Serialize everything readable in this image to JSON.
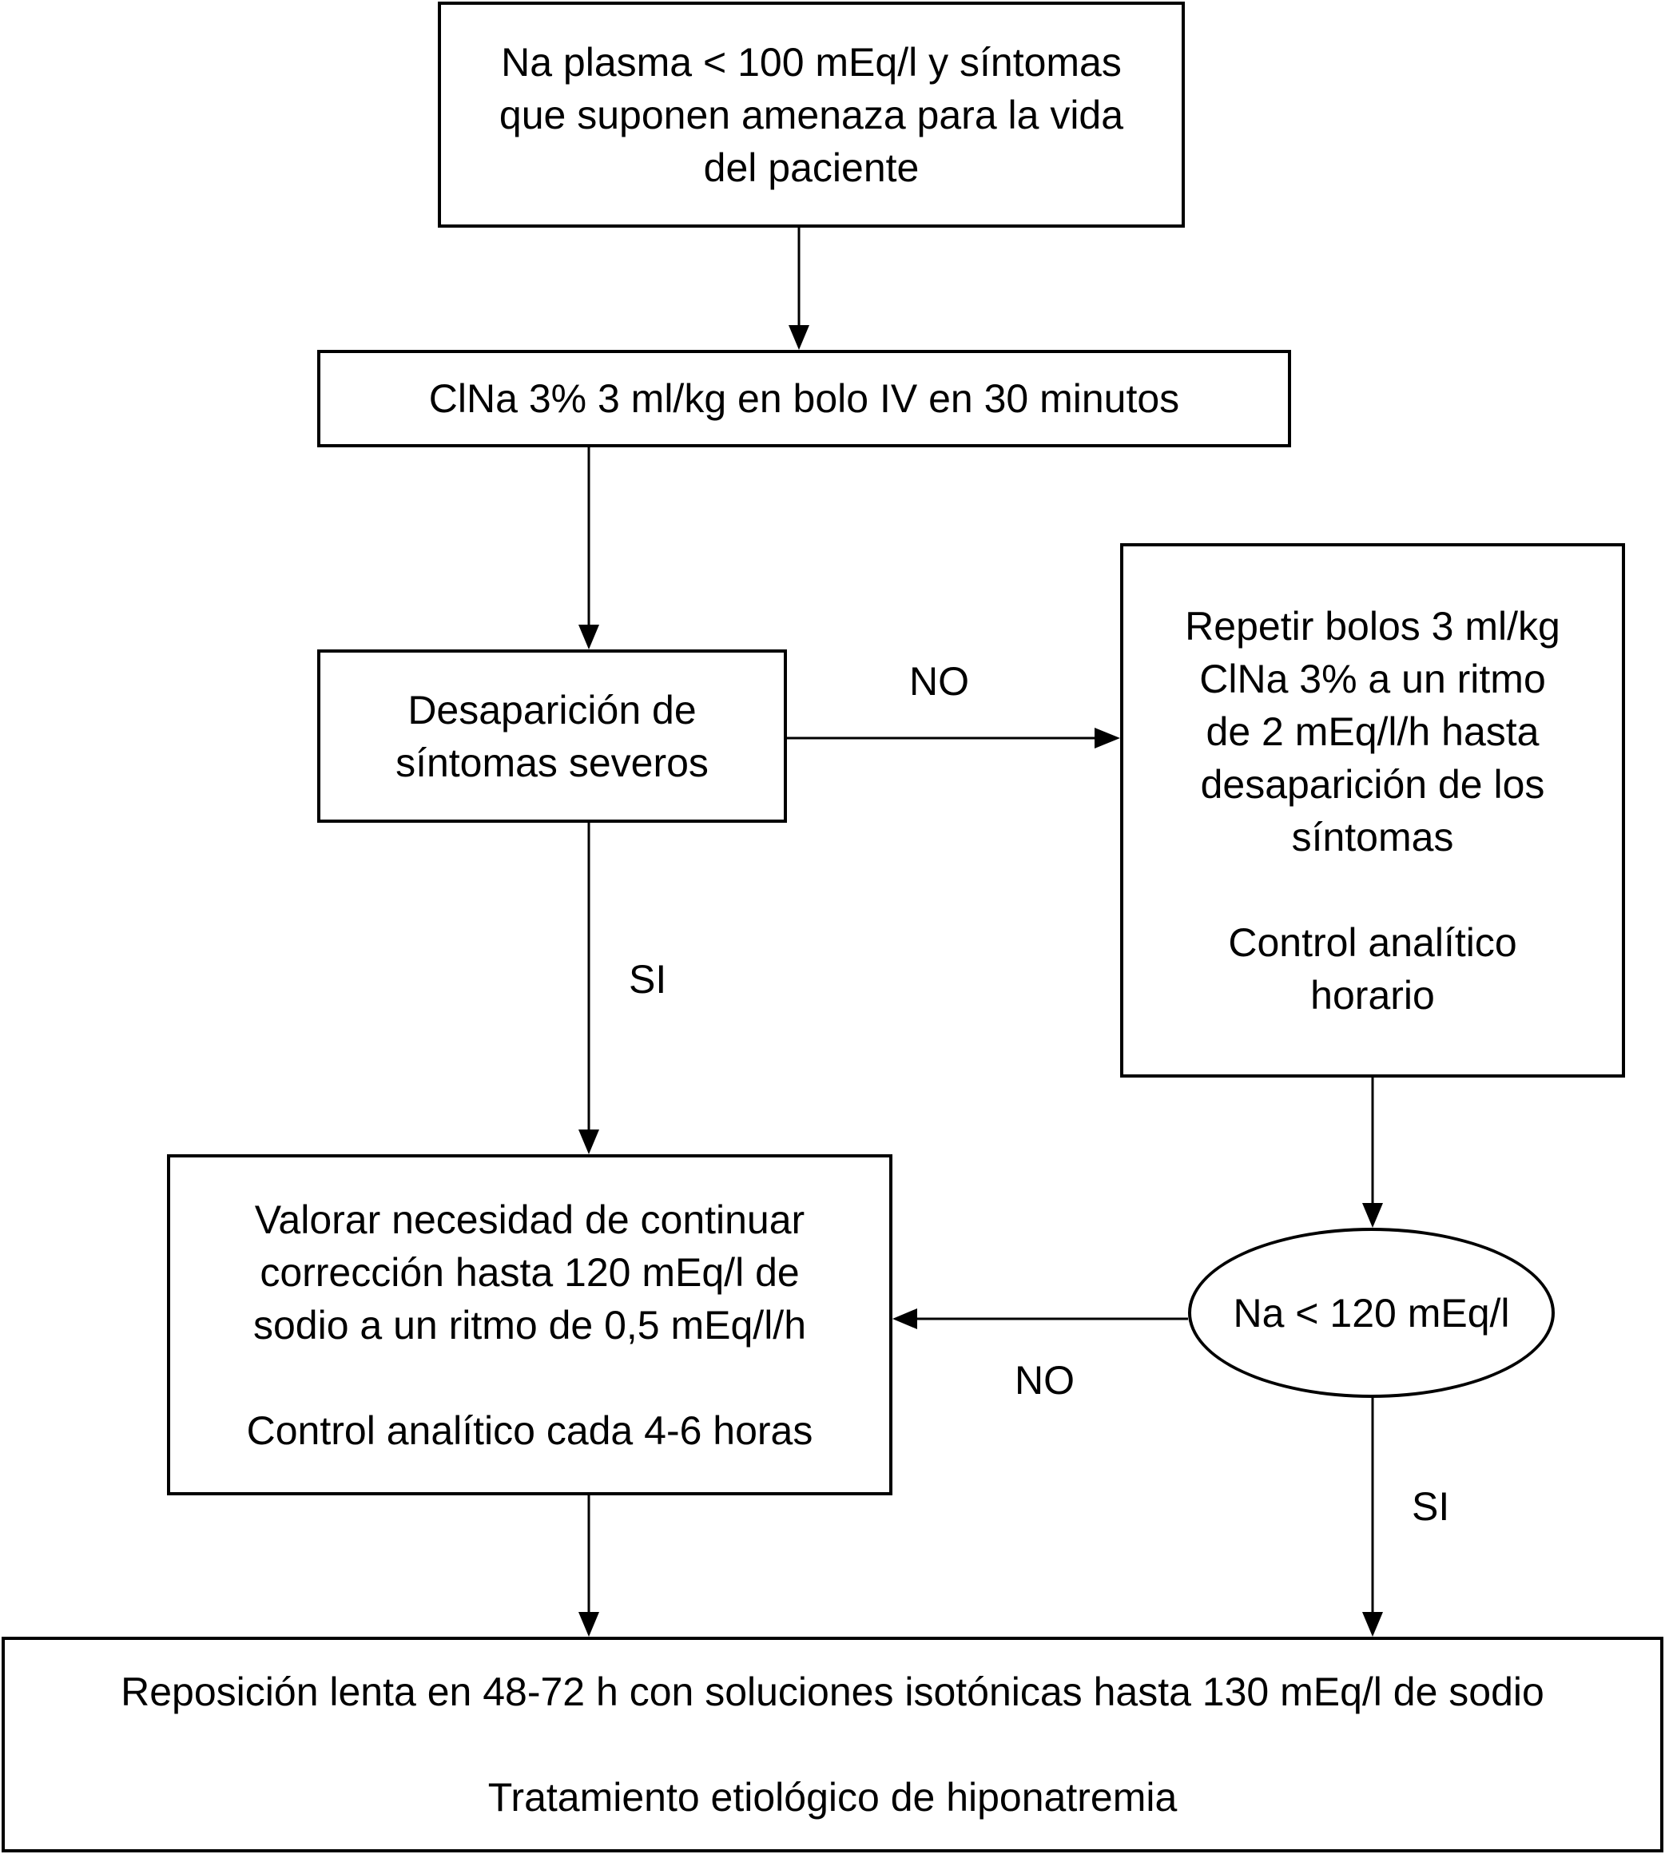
{
  "nodes": {
    "start": {
      "lines": [
        "Na plasma < 100 mEq/l y síntomas",
        "que suponen amenaza para la vida",
        "del paciente"
      ]
    },
    "bolus": {
      "text": "ClNa 3% 3 ml/kg en bolo IV en 30 minutos"
    },
    "symptoms_decision": {
      "lines": [
        "Desaparición de",
        "síntomas severos"
      ]
    },
    "repeat_bolus": {
      "lines": [
        "Repetir bolos 3 ml/kg",
        "ClNa 3% a un ritmo",
        "de 2 mEq/l/h hasta",
        "desaparición de los",
        "síntomas"
      ],
      "control_lines": [
        "Control analítico",
        "horario"
      ]
    },
    "assess_correction": {
      "lines": [
        "Valorar necesidad de continuar",
        "corrección hasta 120 mEq/l de",
        "sodio a un ritmo de 0,5 mEq/l/h"
      ],
      "control": "Control analítico cada 4-6 horas"
    },
    "na_check": {
      "text": "Na < 120 mEq/l"
    },
    "final": {
      "line1": "Reposición lenta en 48-72 h con soluciones isotónicas hasta 130 mEq/l de sodio",
      "line2": "Tratamiento etiológico de hiponatremia"
    }
  },
  "edge_labels": {
    "symptoms_no": "NO",
    "symptoms_si": "SI",
    "na_no": "NO",
    "na_si": "SI"
  }
}
